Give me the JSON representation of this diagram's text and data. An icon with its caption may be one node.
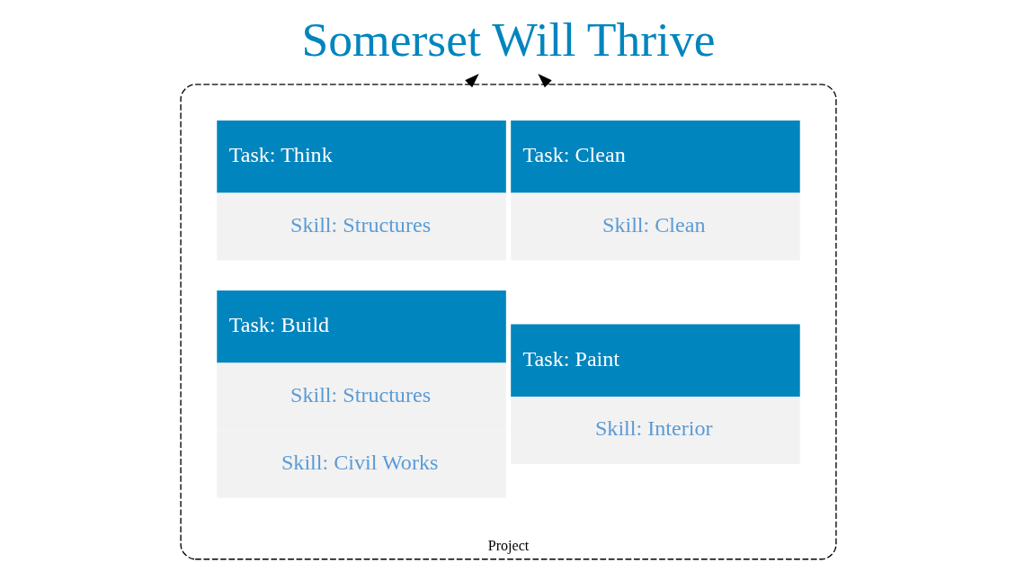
{
  "diagram": {
    "nodes": [
      {
        "text": [
          "Somerset Will Thrive"
        ]
      },
      {
        "text": [
          "Project"
        ]
      },
      {
        "text": [
          "Task: Clean",
          "Skill: Clean"
        ],
        "in": 1
      },
      {
        "text": [
          "Task: Think",
          "Skill: Structures"
        ],
        "in": 1
      },
      {
        "text": [
          "Task: Paint",
          "Skill: Interior"
        ],
        "in": 1
      },
      {
        "text": [
          "Task: Build",
          "Skill: Structures",
          "Skill: Civil Works"
        ],
        "in": 1
      }
    ],
    "edges": [
      {
        "from": 1,
        "to": 0,
        "arrow": "to",
        "style": "dashed"
      },
      {
        "from": 1,
        "to": 0,
        "arrow": "to",
        "style": "dashed"
      }
    ]
  }
}
